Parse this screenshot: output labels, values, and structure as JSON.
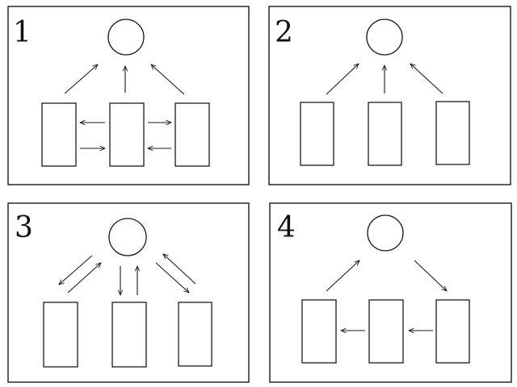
{
  "panels": [
    {
      "id": 1,
      "number": "1"
    },
    {
      "id": 2,
      "number": "2"
    },
    {
      "id": 3,
      "number": "3"
    },
    {
      "id": 4,
      "number": "4"
    }
  ],
  "colors": {
    "line": "#1a1a1a",
    "background": "#ffffff"
  }
}
